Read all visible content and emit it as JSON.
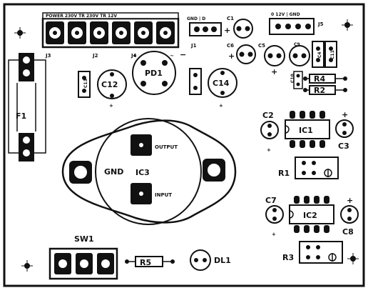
{
  "labels": {
    "j1": "J1",
    "j1_pins": "GND  |  D",
    "j2": "J2",
    "j3": "J3",
    "j4": "J4",
    "j5": "J5",
    "j5_pins": "0  12V  |  GND",
    "terminal_top": "POWER 230V     TR 230V        TR 12V",
    "c1": "C1",
    "c2": "C2",
    "c3": "C3",
    "c4": "C4",
    "c5": "C5",
    "c6": "C6",
    "c7": "C7",
    "c8": "C8",
    "c9": "C9",
    "c10": "C10",
    "c11": "C11",
    "c12": "C12",
    "c13": "C13",
    "c14": "C14",
    "pd1": "PD1",
    "f1": "F1",
    "ic1": "IC1",
    "ic2": "IC2",
    "ic3": "IC3",
    "output": "OUTPUT",
    "input": "INPUT",
    "gnd": "GND",
    "r1": "R1",
    "r2": "R2",
    "r3": "R3",
    "r4": "R4",
    "r5": "R5",
    "sw1": "SW1",
    "dl1": "DL1",
    "plus": "+",
    "minus": "−",
    "tilde": "~"
  },
  "colors": {
    "ink": "#111111",
    "paper": "#ffffff"
  }
}
